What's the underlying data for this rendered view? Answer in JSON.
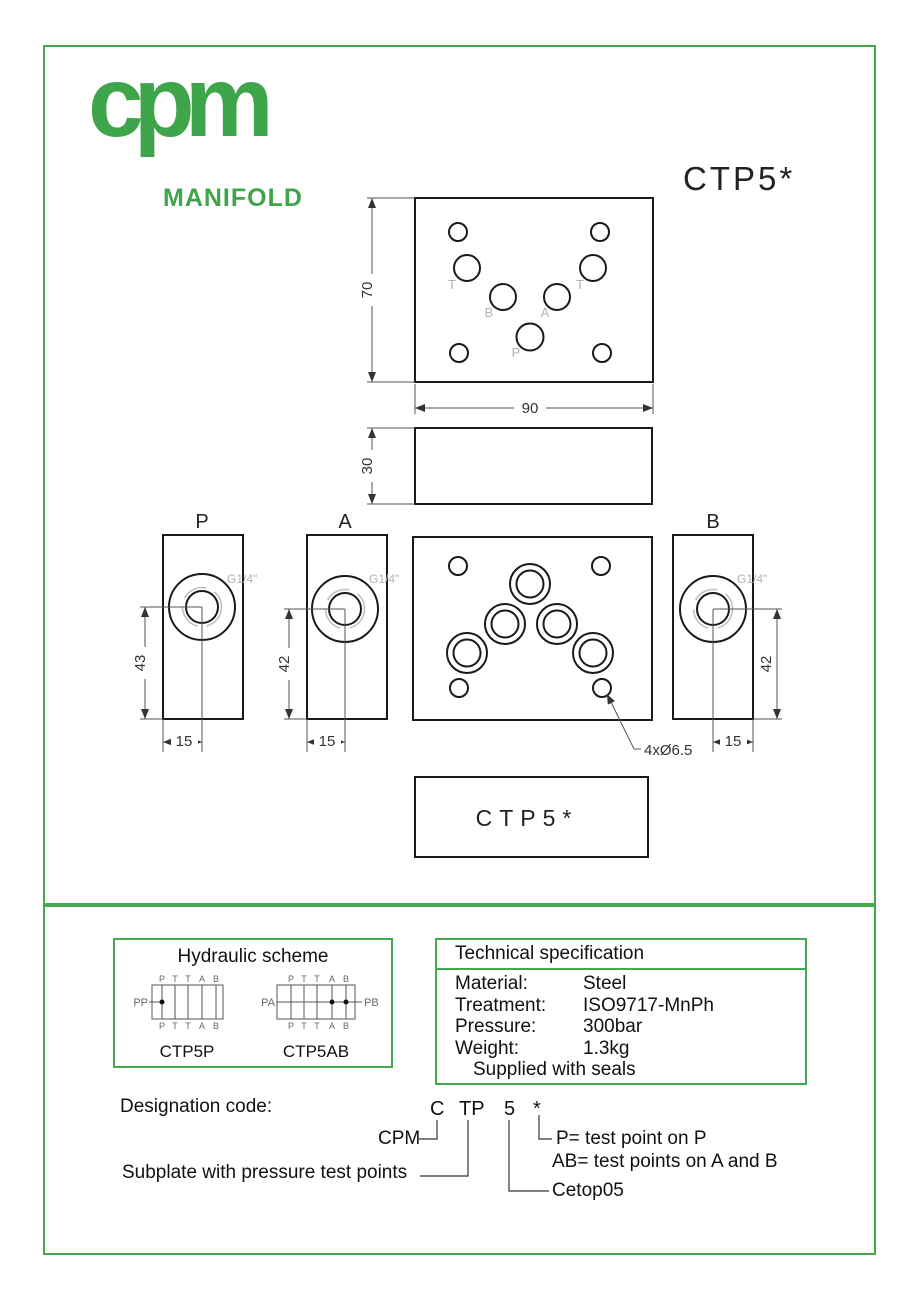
{
  "accent_green": "#42a94e",
  "logo": {
    "brand": "cpm",
    "text": "MANIFOLD"
  },
  "page": {
    "title": "CTP5*"
  },
  "drawing": {
    "top_view": {
      "width": "90",
      "height": "70",
      "labels": {
        "t1": "T",
        "t2": "T",
        "a": "A",
        "b": "B",
        "p": "P"
      }
    },
    "side_view": {
      "height": "30"
    },
    "view_p": {
      "label": "P",
      "thread": "G1/4\"",
      "dim_v": "43",
      "dim_h": "15"
    },
    "view_a": {
      "label": "A",
      "thread": "G1/4\"",
      "dim_v": "42",
      "dim_h": "15"
    },
    "view_b": {
      "label": "B",
      "thread": "G1/4\"",
      "dim_v": "42",
      "dim_h": "15"
    },
    "bottom_view": {
      "note": "4xØ6.5"
    },
    "name_plate": "CTP5*"
  },
  "hydraulic": {
    "title": "Hydraulic scheme",
    "ports": [
      "P",
      "T",
      "T",
      "A",
      "B"
    ],
    "schemes": [
      {
        "name": "CTP5P",
        "left_label": "PP"
      },
      {
        "name": "CTP5AB",
        "left_label": "PA",
        "right_label": "PB"
      }
    ]
  },
  "tech_spec": {
    "title": "Technical specification",
    "rows": [
      {
        "label": "Material:",
        "value": "Steel"
      },
      {
        "label": "Treatment:",
        "value": "ISO9717-MnPh"
      },
      {
        "label": "Pressure:",
        "value": "300bar"
      },
      {
        "label": "Weight:",
        "value": "1.3kg"
      }
    ],
    "note": "Supplied with seals"
  },
  "designation": {
    "label": "Designation code:",
    "code_parts": [
      "C",
      "TP",
      "5",
      "*"
    ],
    "cpm": "CPM",
    "subplate": "Subplate with pressure test points",
    "cetop": "Cetop05",
    "star_p": "P= test point on P",
    "star_ab": "AB= test points on A and B"
  }
}
